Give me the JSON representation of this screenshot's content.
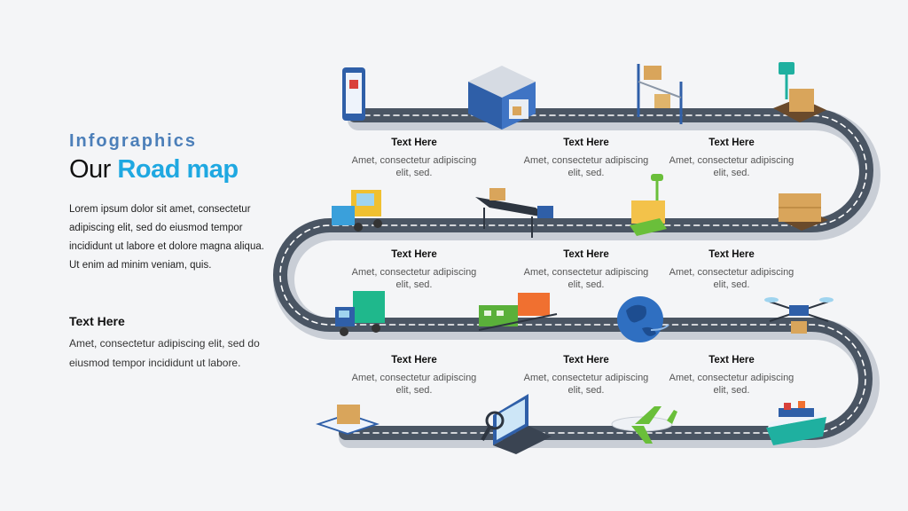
{
  "header": {
    "eyebrow": "Infographics",
    "title_prefix": "Our",
    "title_highlight": "Road map"
  },
  "intro": {
    "body": "Lorem ipsum dolor sit amet, consectetur adipiscing elit, sed do eiusmod tempor incididunt ut labore et dolore magna aliqua. Ut enim ad minim veniam, quis.",
    "sub_title": "Text Here",
    "sub_body": "Amet, consectetur adipiscing elit, sed do eiusmod tempor incididunt ut labore."
  },
  "milestones": [
    {
      "title": "Text Here",
      "text": "Amet, consectetur adipiscing elit, sed."
    },
    {
      "title": "Text Here",
      "text": "Amet, consectetur adipiscing elit, sed."
    },
    {
      "title": "Text Here",
      "text": "Amet, consectetur adipiscing elit, sed."
    },
    {
      "title": "Text Here",
      "text": "Amet, consectetur adipiscing elit, sed."
    },
    {
      "title": "Text Here",
      "text": "Amet, consectetur adipiscing elit, sed."
    },
    {
      "title": "Text Here",
      "text": "Amet, consectetur adipiscing elit, sed."
    },
    {
      "title": "Text Here",
      "text": "Amet, consectetur adipiscing elit, sed."
    },
    {
      "title": "Text Here",
      "text": "Amet, consectetur adipiscing elit, sed."
    },
    {
      "title": "Text Here",
      "text": "Amet, consectetur adipiscing elit, sed."
    }
  ],
  "icons": [
    "tablet-icon",
    "warehouse-icon",
    "shelf-icon",
    "scale-icon",
    "boxes-icon",
    "hand-truck-icon",
    "conveyor-icon",
    "forklift-icon",
    "truck-icon",
    "train-icon",
    "globe-icon",
    "drone-icon",
    "ship-icon",
    "airplane-icon",
    "laptop-icon",
    "package-icon"
  ],
  "colors": {
    "accent": "#1fa8e1",
    "eyebrow": "#4c7fb9",
    "road": "#4a5563",
    "road_shadow": "#c9ced6"
  }
}
